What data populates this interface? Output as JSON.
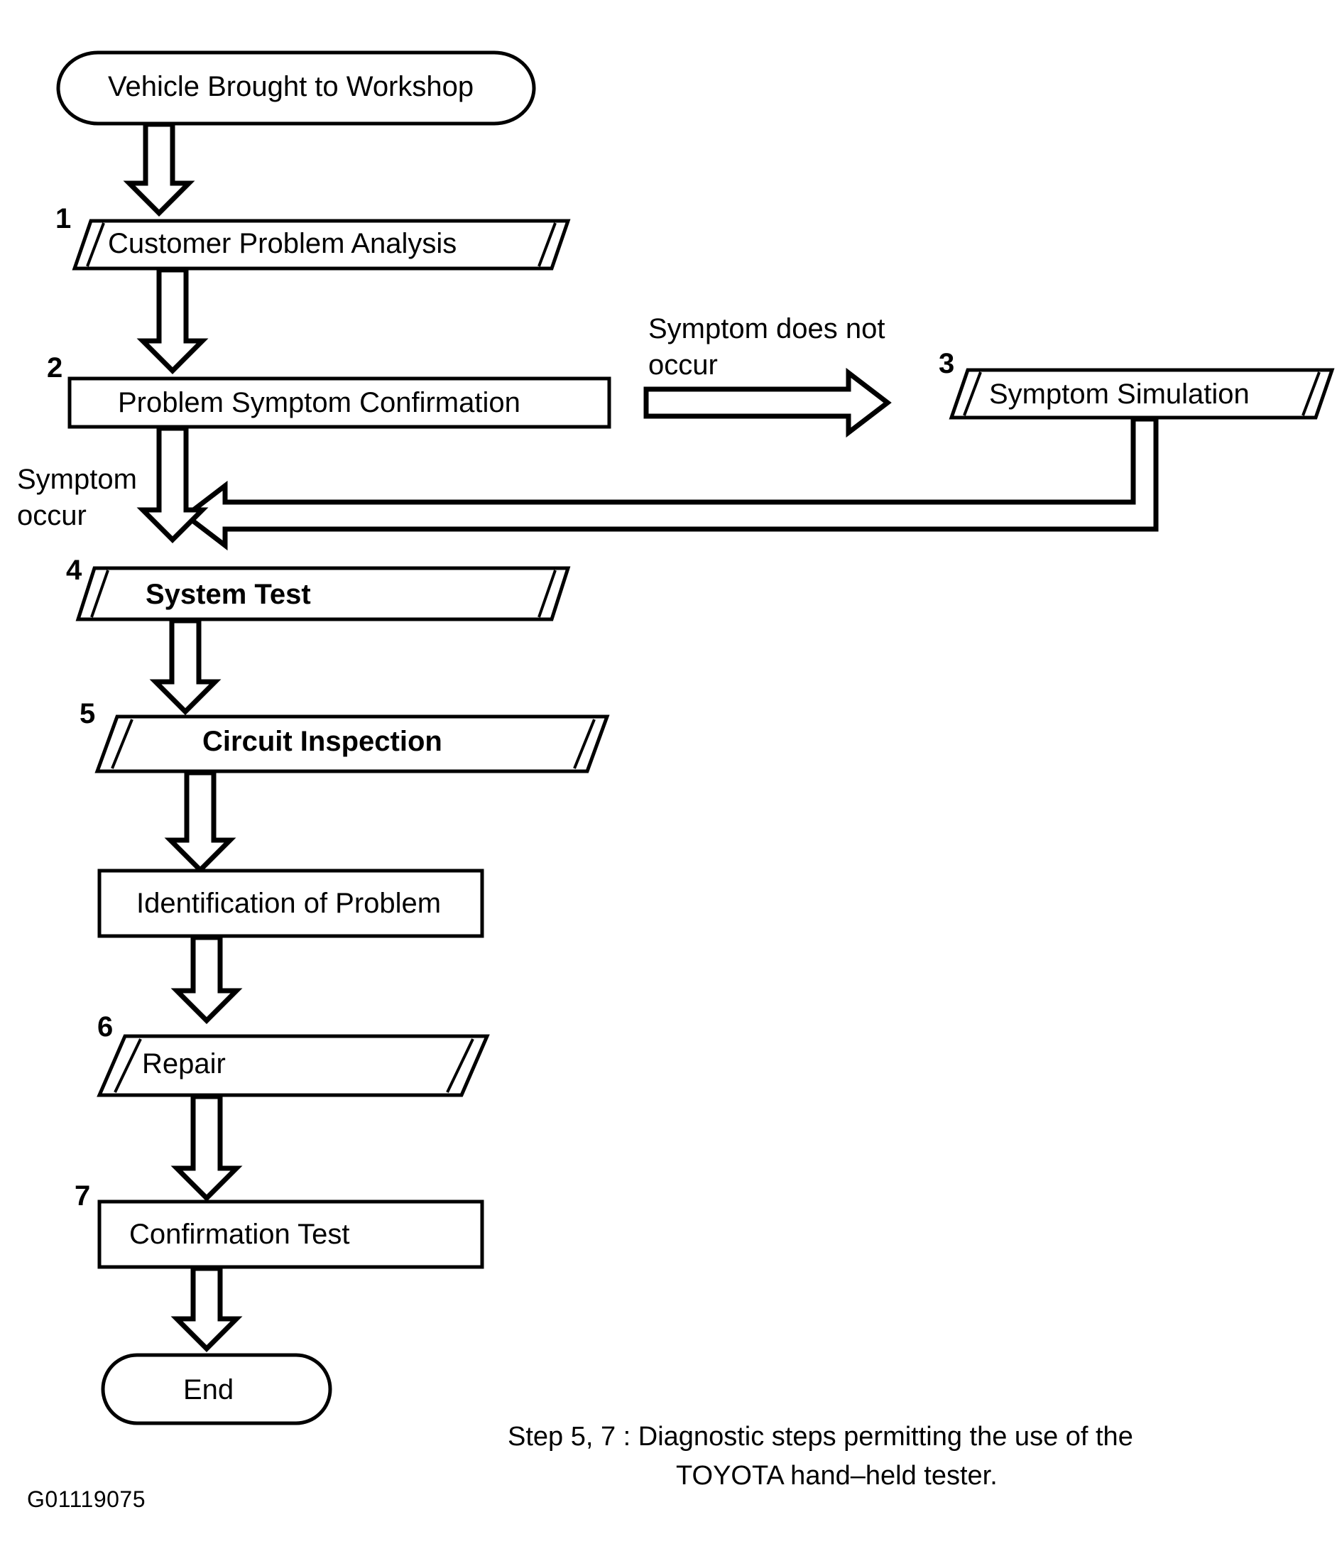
{
  "diagram": {
    "title_id": "G01119075",
    "nodes": [
      {
        "id": "start",
        "label": "Vehicle Brought to Workshop",
        "shape": "terminator",
        "step": "",
        "bold": false
      },
      {
        "id": "step1",
        "label": "Customer Problem Analysis",
        "shape": "parallelogram",
        "step": "1",
        "bold": false
      },
      {
        "id": "step2",
        "label": "Problem Symptom Confirmation",
        "shape": "rectangle",
        "step": "2",
        "bold": false
      },
      {
        "id": "step3",
        "label": "Symptom Simulation",
        "shape": "parallelogram",
        "step": "3",
        "bold": false
      },
      {
        "id": "step4",
        "label": "System Test",
        "shape": "parallelogram",
        "step": "4",
        "bold": true
      },
      {
        "id": "step5",
        "label": "Circuit Inspection",
        "shape": "parallelogram",
        "step": "5",
        "bold": true
      },
      {
        "id": "ident",
        "label": "Identification of Problem",
        "shape": "rectangle",
        "step": "",
        "bold": false
      },
      {
        "id": "step6",
        "label": "Repair",
        "shape": "parallelogram",
        "step": "6",
        "bold": false
      },
      {
        "id": "step7",
        "label": "Confirmation Test",
        "shape": "rectangle",
        "step": "7",
        "bold": false
      },
      {
        "id": "end",
        "label": "End",
        "shape": "terminator",
        "step": "",
        "bold": false
      }
    ],
    "edge_labels": {
      "symptom_not_occur": "Symptom does not\noccur",
      "symptom_occur": "Symptom\noccur"
    },
    "footnote": {
      "line1": "Step 5, 7 : Diagnostic steps permitting the use of the",
      "line2": "TOYOTA hand–held tester."
    },
    "colors": {
      "stroke": "#000000",
      "fill": "#ffffff",
      "background": "#ffffff"
    }
  }
}
